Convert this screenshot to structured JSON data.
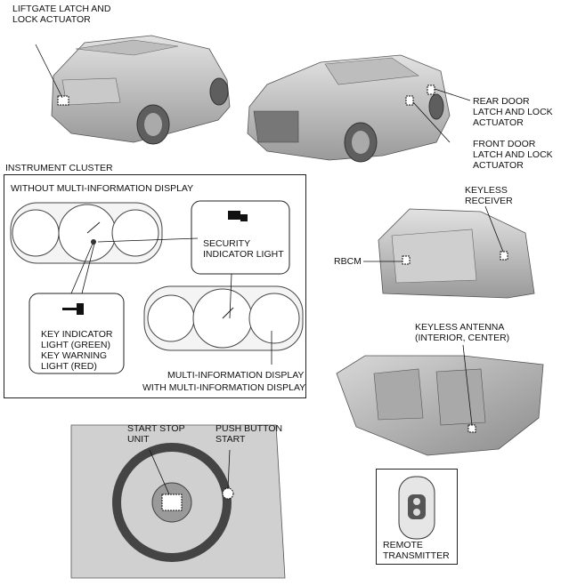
{
  "labels": {
    "liftgate": "LIFTGATE LATCH AND\nLOCK ACTUATOR",
    "rear_door": "REAR DOOR\nLATCH AND LOCK\nACTUATOR",
    "front_door": "FRONT DOOR\nLATCH AND LOCK\nACTUATOR",
    "instrument_cluster": "INSTRUMENT CLUSTER",
    "without_mid": "WITHOUT MULTI-INFORMATION DISPLAY",
    "security_light": "SECURITY\nINDICATOR LIGHT",
    "key_indicator": "KEY INDICATOR\nLIGHT (GREEN)\nKEY WARNING\nLIGHT (RED)",
    "mid": "MULTI-INFORMATION DISPLAY",
    "with_mid": "WITH MULTI-INFORMATION DISPLAY",
    "keyless_receiver": "KEYLESS\nRECEIVER",
    "rbcm": "RBCM",
    "keyless_antenna": "KEYLESS ANTENNA\n(INTERIOR, CENTER)",
    "start_stop": "START STOP\nUNIT",
    "push_button": "PUSH BUTTON\nSTART",
    "remote": "REMOTE\nTRANSMITTER"
  }
}
